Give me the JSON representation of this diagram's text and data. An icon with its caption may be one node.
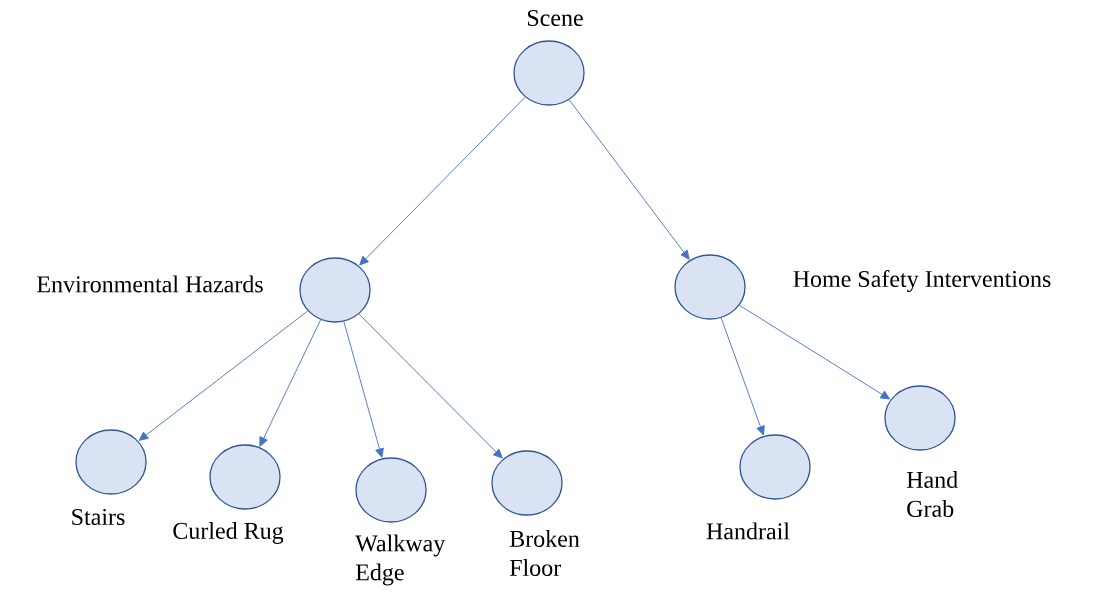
{
  "diagram": {
    "nodes": [
      {
        "text": [
          "Scene"
        ]
      },
      {
        "text": [
          "Environmental Hazards"
        ]
      },
      {
        "text": [
          "Home Safety Interventions"
        ]
      },
      {
        "text": [
          "Stairs"
        ]
      },
      {
        "text": [
          "Curled Rug"
        ]
      },
      {
        "text": [
          "Walkway Edge"
        ]
      },
      {
        "text": [
          "Broken Floor"
        ]
      },
      {
        "text": [
          "Handrail"
        ]
      },
      {
        "text": [
          "Hand Grab"
        ]
      }
    ],
    "edges": [
      {
        "from": 0,
        "to": 1,
        "arrow": "to"
      },
      {
        "from": 0,
        "to": 2,
        "arrow": "to"
      },
      {
        "from": 1,
        "to": 3,
        "arrow": "to"
      },
      {
        "from": 1,
        "to": 4,
        "arrow": "to"
      },
      {
        "from": 1,
        "to": 5,
        "arrow": "to"
      },
      {
        "from": 1,
        "to": 6,
        "arrow": "to"
      },
      {
        "from": 2,
        "to": 7,
        "arrow": "to"
      },
      {
        "from": 2,
        "to": 8,
        "arrow": "to"
      }
    ]
  }
}
